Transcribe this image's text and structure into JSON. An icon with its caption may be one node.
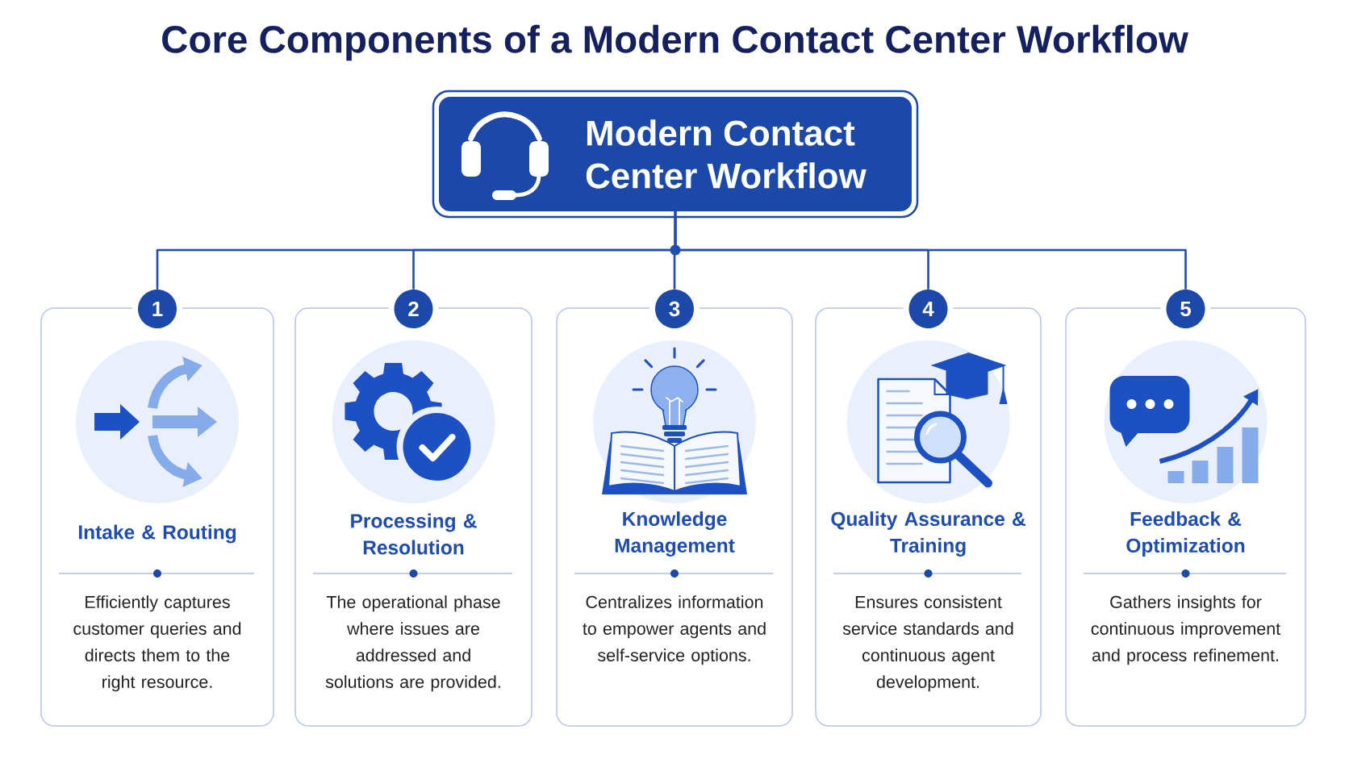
{
  "diagram": {
    "title": "Core Components of a Modern Contact Center Workflow",
    "nodes": [
      {
        "text": [
          "Modern Contact Center Workflow"
        ]
      },
      {
        "text": [
          "1"
        ]
      },
      {
        "text": [
          "Intake & Routing",
          "Efficiently captures customer queries and directs them to the right resource."
        ]
      },
      {
        "text": [
          "2"
        ]
      },
      {
        "text": [
          "Processing & Resolution",
          "The operational phase where issues are addressed and solutions are provided."
        ]
      },
      {
        "text": [
          "3"
        ]
      },
      {
        "text": [
          "Knowledge Management",
          "Centralizes information to empower agents and self-service options."
        ]
      },
      {
        "text": [
          "4"
        ]
      },
      {
        "text": [
          "Quality Assurance & Training",
          "Ensures consistent service standards and continuous agent development."
        ]
      },
      {
        "text": [
          "5"
        ]
      },
      {
        "text": [
          "Feedback & Optimization",
          "Gathers insights for continuous improvement and process refinement."
        ]
      }
    ],
    "edges": [
      {
        "from": 0,
        "to": 1,
        "arrow": "none"
      },
      {
        "from": 0,
        "to": 3,
        "arrow": "none"
      },
      {
        "from": 0,
        "to": 5,
        "arrow": "none"
      },
      {
        "from": 0,
        "to": 7,
        "arrow": "none"
      },
      {
        "from": 0,
        "to": 9,
        "arrow": "none"
      }
    ]
  }
}
